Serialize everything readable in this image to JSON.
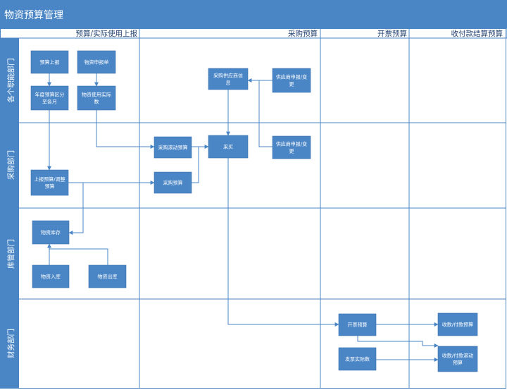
{
  "title": "物资预算管理",
  "columns": [
    {
      "id": "c1",
      "label": "预算/实际使用上报"
    },
    {
      "id": "c2",
      "label": "采购预算"
    },
    {
      "id": "c3",
      "label": "开票预算"
    },
    {
      "id": "c4",
      "label": "收付款结算预算"
    }
  ],
  "lanes": [
    {
      "id": "l1",
      "label": "各个职能部门"
    },
    {
      "id": "l2",
      "label": "采购部门"
    },
    {
      "id": "l3",
      "label": "库管部门"
    },
    {
      "id": "l4",
      "label": "财务部门"
    }
  ],
  "nodes": [
    {
      "id": "n_budget_report",
      "lines": [
        "预算上报"
      ]
    },
    {
      "id": "n_annual_split",
      "lines": [
        "年度预算区分",
        "至各月"
      ]
    },
    {
      "id": "n_material_apply",
      "lines": [
        "物资申报单"
      ]
    },
    {
      "id": "n_material_actual",
      "lines": [
        "物资使用实际",
        "数"
      ]
    },
    {
      "id": "n_supplier_info",
      "lines": [
        "采购供应商信",
        "息"
      ]
    },
    {
      "id": "n_supplier_apply_1",
      "lines": [
        "供应商申报/变",
        "更"
      ]
    },
    {
      "id": "n_purchase_rolling",
      "lines": [
        "采购滚动预算"
      ]
    },
    {
      "id": "n_purchase",
      "lines": [
        "采买"
      ]
    },
    {
      "id": "n_supplier_apply_2",
      "lines": [
        "供应商申报/变",
        "更"
      ]
    },
    {
      "id": "n_report_adjust",
      "lines": [
        "上报预算/调整",
        "预算"
      ]
    },
    {
      "id": "n_purchase_budget",
      "lines": [
        "采购预算"
      ]
    },
    {
      "id": "n_inventory",
      "lines": [
        "物资库存"
      ]
    },
    {
      "id": "n_stock_in",
      "lines": [
        "物资入库"
      ]
    },
    {
      "id": "n_stock_out",
      "lines": [
        "物资出库"
      ]
    },
    {
      "id": "n_invoice_budget",
      "lines": [
        "开票预算"
      ]
    },
    {
      "id": "n_invoice_actual",
      "lines": [
        "发票实际数"
      ]
    },
    {
      "id": "n_payment_budget",
      "lines": [
        "收款/付款预算"
      ]
    },
    {
      "id": "n_payment_rolling",
      "lines": [
        "收款/付款滚动",
        "预算"
      ]
    }
  ],
  "colors": {
    "header": "#4a86c6",
    "lane_header": "#4a86c6",
    "node": "#4a86c6",
    "grid": "#4a86c6",
    "column_text": "#1f3f6d",
    "arrow": "#4a86c6"
  }
}
